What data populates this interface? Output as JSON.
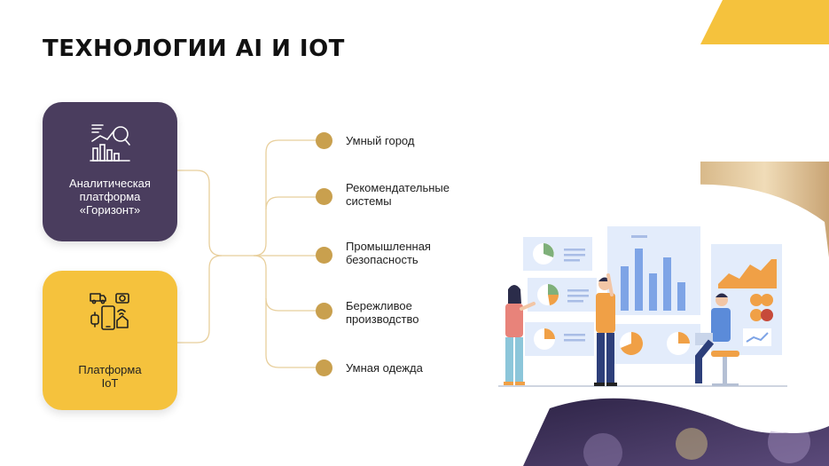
{
  "slide": {
    "title": "ТЕХНОЛОГИИ AI И IOT"
  },
  "cards": {
    "ai": {
      "label": "Аналитическая\nплатформа\n«Горизонт»",
      "icon": "analytics-icon"
    },
    "iot": {
      "label": "Платформа\nIoT",
      "icon": "iot-devices-icon"
    }
  },
  "items": [
    {
      "label": "Умный город"
    },
    {
      "label": "Рекомендательные\nсистемы"
    },
    {
      "label": "Промышленная\nбезопасность"
    },
    {
      "label": "Бережливое\nпроизводство"
    },
    {
      "label": "Умная одежда"
    }
  ],
  "colors": {
    "purple": "#4a3d5e",
    "yellow": "#f5c23d",
    "gold": "#c9a04e",
    "connector": "#e8cf9c"
  },
  "illustration": {
    "icon": "data-analytics-team-illustration"
  }
}
